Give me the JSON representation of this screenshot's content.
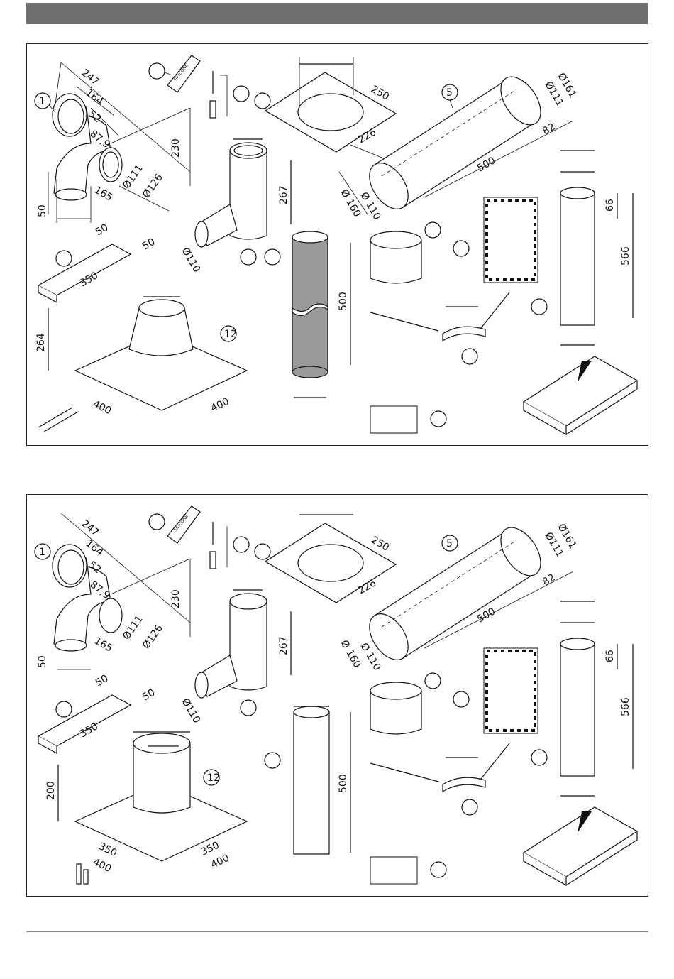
{
  "callouts": {
    "elbow": "1",
    "pipe": "5",
    "roof_flashing": "12"
  },
  "panel1": {
    "elbow_dims": {
      "d247": "247",
      "d164": "164",
      "d52": "52",
      "d879": "87,9",
      "d230": "230",
      "d111": "Ø111",
      "d126": "Ø126",
      "d165": "165",
      "d50": "50"
    },
    "plate_dims": {
      "w250": "250",
      "w226": "226"
    },
    "pipe_dims": {
      "d161": "Ø161",
      "d111": "Ø111",
      "l82": "82",
      "l500": "500",
      "d110": "Ø 110",
      "d160": "Ø 160"
    },
    "tee_dims": {
      "h267": "267",
      "d110": "Ø110"
    },
    "rail_dims": {
      "a50": "50",
      "b50": "50",
      "l350": "350"
    },
    "grey_pipe": {
      "l500": "500"
    },
    "roof": {
      "h264": "264",
      "w400a": "400",
      "w400b": "400"
    },
    "vert_pipe": {
      "h66": "66",
      "h566": "566"
    }
  },
  "panel2": {
    "elbow_dims": {
      "d247": "247",
      "d164": "164",
      "d52": "52",
      "d879": "87,9",
      "d230": "230",
      "d111": "Ø111",
      "d126": "Ø126",
      "d165": "165",
      "d50": "50"
    },
    "plate_dims": {
      "w250": "250",
      "w226": "226"
    },
    "pipe_dims": {
      "d161": "Ø161",
      "d111": "Ø111",
      "l82": "82",
      "l500": "500",
      "d110": "Ø 110",
      "d160": "Ø 160"
    },
    "tee_dims": {
      "h267": "267",
      "d110": "Ø110"
    },
    "rail_dims": {
      "a50": "50",
      "b50": "50",
      "l350": "350"
    },
    "white_pipe": {
      "l500": "500"
    },
    "roof": {
      "h200": "200",
      "w350a": "350",
      "w400a": "400",
      "w350b": "350",
      "w400b": "400"
    },
    "vert_pipe": {
      "h66": "66",
      "h566": "566"
    }
  },
  "silicone_label": "SILICONE"
}
